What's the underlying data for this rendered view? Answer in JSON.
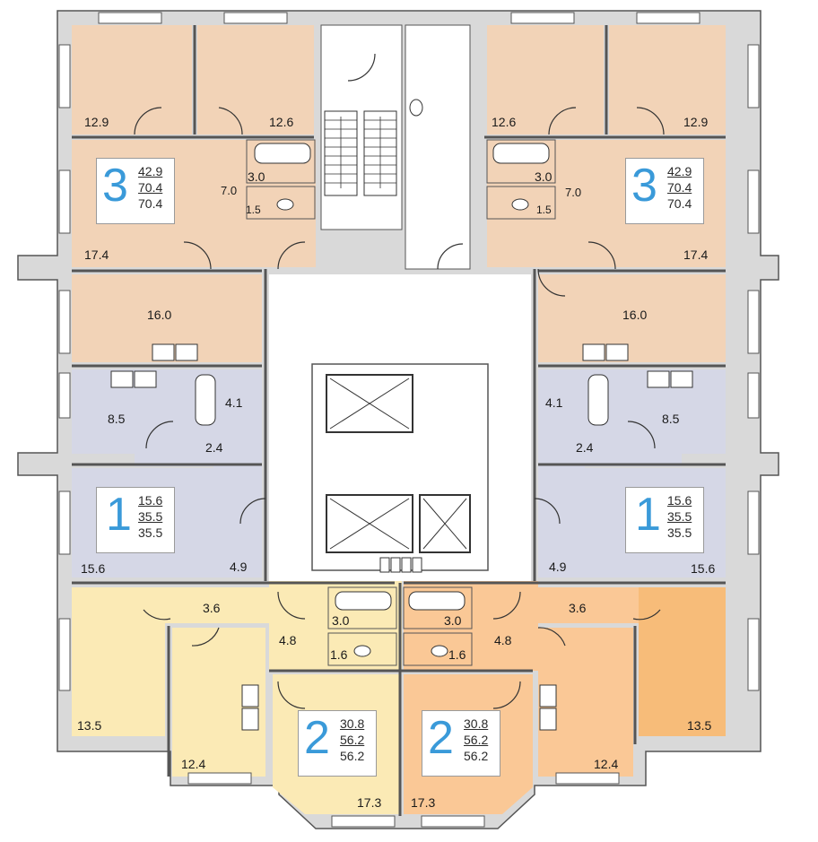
{
  "colors": {
    "apt3": "#f2d3b7",
    "apt1": "#d5d7e6",
    "apt2_light": "#fbeab5",
    "apt2_orange": "#fac896",
    "apt_right_bottom": "#f7bc79",
    "wall": "#d9d9d9",
    "wall_stroke": "#555555",
    "card_number": "#3a9ad9"
  },
  "apartments": {
    "top_left": {
      "rooms": "3",
      "living": "42.9",
      "total": "70.4",
      "total2": "70.4"
    },
    "top_right": {
      "rooms": "3",
      "living": "42.9",
      "total": "70.4",
      "total2": "70.4"
    },
    "mid_left": {
      "rooms": "1",
      "living": "15.6",
      "total": "35.5",
      "total2": "35.5"
    },
    "mid_right": {
      "rooms": "1",
      "living": "15.6",
      "total": "35.5",
      "total2": "35.5"
    },
    "bottom_left": {
      "rooms": "2",
      "living": "30.8",
      "total": "56.2",
      "total2": "56.2"
    },
    "bottom_right": {
      "rooms": "2",
      "living": "30.8",
      "total": "56.2",
      "total2": "56.2"
    }
  },
  "room_areas": {
    "tl_room1": "12.9",
    "tl_room2": "12.6",
    "tl_bath": "3.0",
    "tl_hall": "7.0",
    "tl_wc": "1.5",
    "tl_living": "17.4",
    "tl_kitchen": "16.0",
    "tr_room1": "12.6",
    "tr_room2": "12.9",
    "tr_bath": "3.0",
    "tr_hall": "7.0",
    "tr_wc": "1.5",
    "tr_living": "17.4",
    "tr_kitchen": "16.0",
    "ml_kitchen": "8.5",
    "ml_bath": "4.1",
    "ml_hall": "2.4",
    "ml_room": "15.6",
    "ml_entry": "4.9",
    "mr_kitchen": "8.5",
    "mr_bath": "4.1",
    "mr_hall": "2.4",
    "mr_room": "15.6",
    "mr_entry": "4.9",
    "bl_hall": "3.6",
    "bl_bath": "3.0",
    "bl_entry": "4.8",
    "bl_wc": "1.6",
    "bl_room": "13.5",
    "bl_kitchen": "12.4",
    "bl_living": "17.3",
    "br_hall": "3.6",
    "br_bath": "3.0",
    "br_entry": "4.8",
    "br_wc": "1.6",
    "br_room": "13.5",
    "br_kitchen": "12.4",
    "br_living": "17.3"
  }
}
